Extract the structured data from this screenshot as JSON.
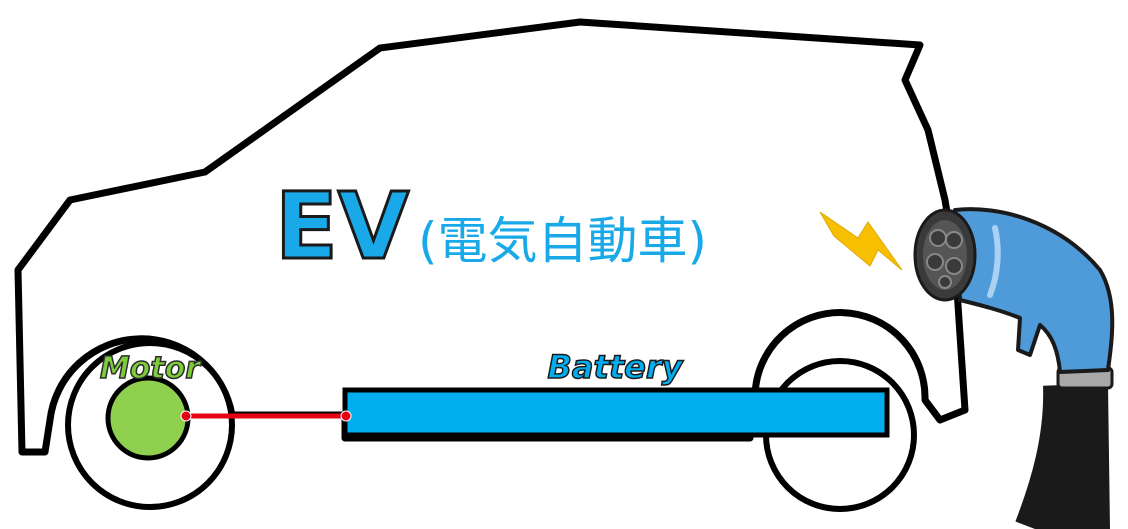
{
  "title": {
    "main": "EV",
    "subtitle": "(電気自動車)"
  },
  "components": {
    "motor_label": "Motor",
    "battery_label": "Battery"
  },
  "colors": {
    "outline": "#000000",
    "title_blue": "#1aa9e8",
    "battery_blue": "#00aeef",
    "motor_green": "#8fd14f",
    "motor_label_green": "#7ccc3c",
    "wire_red": "#e60012",
    "plug_blue": "#4f9ad8",
    "plug_dark": "#3a3a3a",
    "lightning_yellow": "#f6c000",
    "cable_black": "#1a1a1a"
  },
  "icons": {
    "lightning": "lightning-bolt-icon",
    "plug": "charging-plug-icon"
  }
}
